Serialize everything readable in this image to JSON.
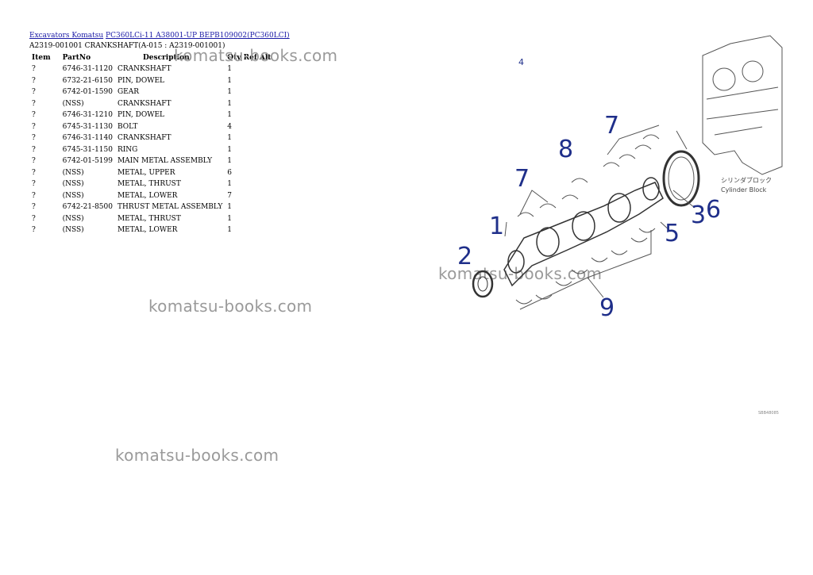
{
  "breadcrumb": {
    "prefix": "Excavators Komatsu",
    "model_link": "PC360LCi-11 A38001-UP BEPB109002(PC360LCI)"
  },
  "subtitle": "A2319-001001 CRANKSHAFT(A-015 : A2319-001001)",
  "table": {
    "headers": {
      "item": "Item",
      "partno": "PartNo",
      "desc": "Description",
      "qty": "Qty Ref Alt"
    },
    "rows": [
      {
        "item": "?",
        "partno": "6746-31-1120",
        "desc": "CRANKSHAFT",
        "qty": "1"
      },
      {
        "item": "?",
        "partno": "6732-21-6150",
        "desc": "PIN, DOWEL",
        "qty": "1"
      },
      {
        "item": "?",
        "partno": "6742-01-1590",
        "desc": "GEAR",
        "qty": "1"
      },
      {
        "item": "?",
        "partno": "(NSS)",
        "desc": "CRANKSHAFT",
        "qty": "1"
      },
      {
        "item": "?",
        "partno": "6746-31-1210",
        "desc": "PIN, DOWEL",
        "qty": "1"
      },
      {
        "item": "?",
        "partno": "6745-31-1130",
        "desc": "BOLT",
        "qty": "4"
      },
      {
        "item": "?",
        "partno": "6746-31-1140",
        "desc": "CRANKSHAFT",
        "qty": "1"
      },
      {
        "item": "?",
        "partno": "6745-31-1150",
        "desc": "RING",
        "qty": "1"
      },
      {
        "item": "?",
        "partno": "6742-01-5199",
        "desc": "MAIN METAL ASSEMBLY",
        "qty": "1"
      },
      {
        "item": "?",
        "partno": "(NSS)",
        "desc": "METAL, UPPER",
        "qty": "6"
      },
      {
        "item": "?",
        "partno": "(NSS)",
        "desc": "METAL, THRUST",
        "qty": "1"
      },
      {
        "item": "?",
        "partno": "(NSS)",
        "desc": "METAL, LOWER",
        "qty": "7"
      },
      {
        "item": "?",
        "partno": "6742-21-8500",
        "desc": "THRUST METAL ASSEMBLY",
        "qty": "1"
      },
      {
        "item": "?",
        "partno": "(NSS)",
        "desc": "METAL, THRUST",
        "qty": "1"
      },
      {
        "item": "?",
        "partno": "(NSS)",
        "desc": "METAL, LOWER",
        "qty": "1"
      }
    ]
  },
  "watermark": "komatsu-books.com",
  "diagram": {
    "callouts": [
      "4",
      "7",
      "8",
      "7",
      "1",
      "2",
      "5",
      "3",
      "6",
      "9"
    ],
    "jp_label": "シリンダブロック",
    "en_label": "Cylinder Block",
    "figure_id": "SBB48085"
  }
}
